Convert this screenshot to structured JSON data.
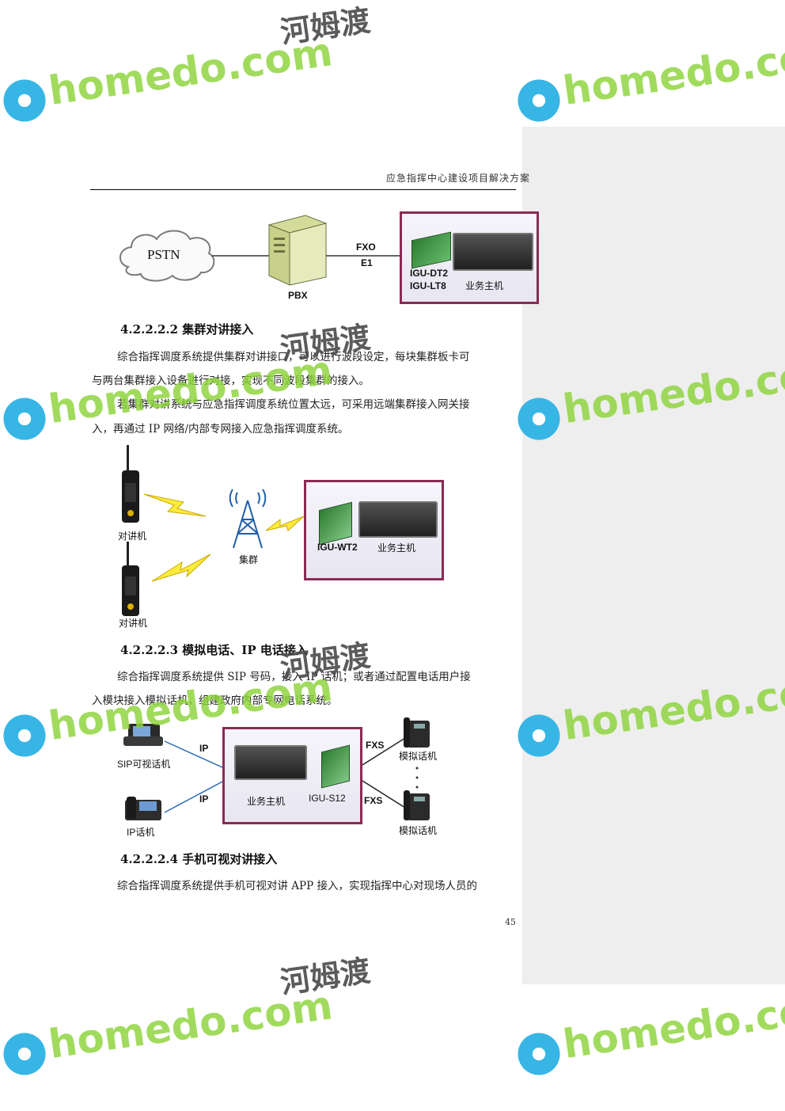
{
  "header": {
    "title": "应急指挥中心建设项目解决方案"
  },
  "figure1": {
    "pstn": "PSTN",
    "pbx": "PBX",
    "fxo": "FXO",
    "e1": "E1",
    "card1": "IGU-DT2",
    "card2": "IGU-LT8",
    "host": "业务主机"
  },
  "section1": {
    "heading": "4.2.2.2.2  集群对讲接入",
    "p1_line1": "综合指挥调度系统提供集群对讲接口，可以进行波段设定，每块集群板卡可",
    "p1_line2": "与两台集群接入设备进行对接，实现不同波段集群的接入。",
    "p2_line1": "若集群对讲系统与应急指挥调度系统位置太远，可采用远端集群接入网关接",
    "p2_line2": "入，再通过 IP 网络/内部专网接入应急指挥调度系统。"
  },
  "figure2": {
    "radio1": "对讲机",
    "radio2": "对讲机",
    "tower": "集群",
    "card": "IGU-WT2",
    "host": "业务主机"
  },
  "section2": {
    "heading": "4.2.2.2.3  模拟电话、IP 电话接入",
    "p1_line1": "综合指挥调度系统提供 SIP 号码，接入 IP 话机；或者通过配置电话用户接",
    "p1_line2": "入模块接入模拟话机，组建政府内部专网电话系统。"
  },
  "figure3": {
    "sip_phone": "SIP可视话机",
    "ip_phone": "IP话机",
    "ip1": "IP",
    "ip2": "IP",
    "host": "业务主机",
    "card": "IGU-S12",
    "fxs1": "FXS",
    "fxs2": "FXS",
    "analog1": "模拟话机",
    "analog2": "模拟话机"
  },
  "section3": {
    "heading": "4.2.2.2.4  手机可视对讲接入",
    "p1_line1": "综合指挥调度系统提供手机可视对讲 APP 接入，实现指挥中心对现场人员的"
  },
  "page_number": "45",
  "watermark": {
    "latin": "homedo.com",
    "cjk": "河姆渡",
    "brand_color": "#8dd43a",
    "flower_color": "#37b6e6"
  }
}
